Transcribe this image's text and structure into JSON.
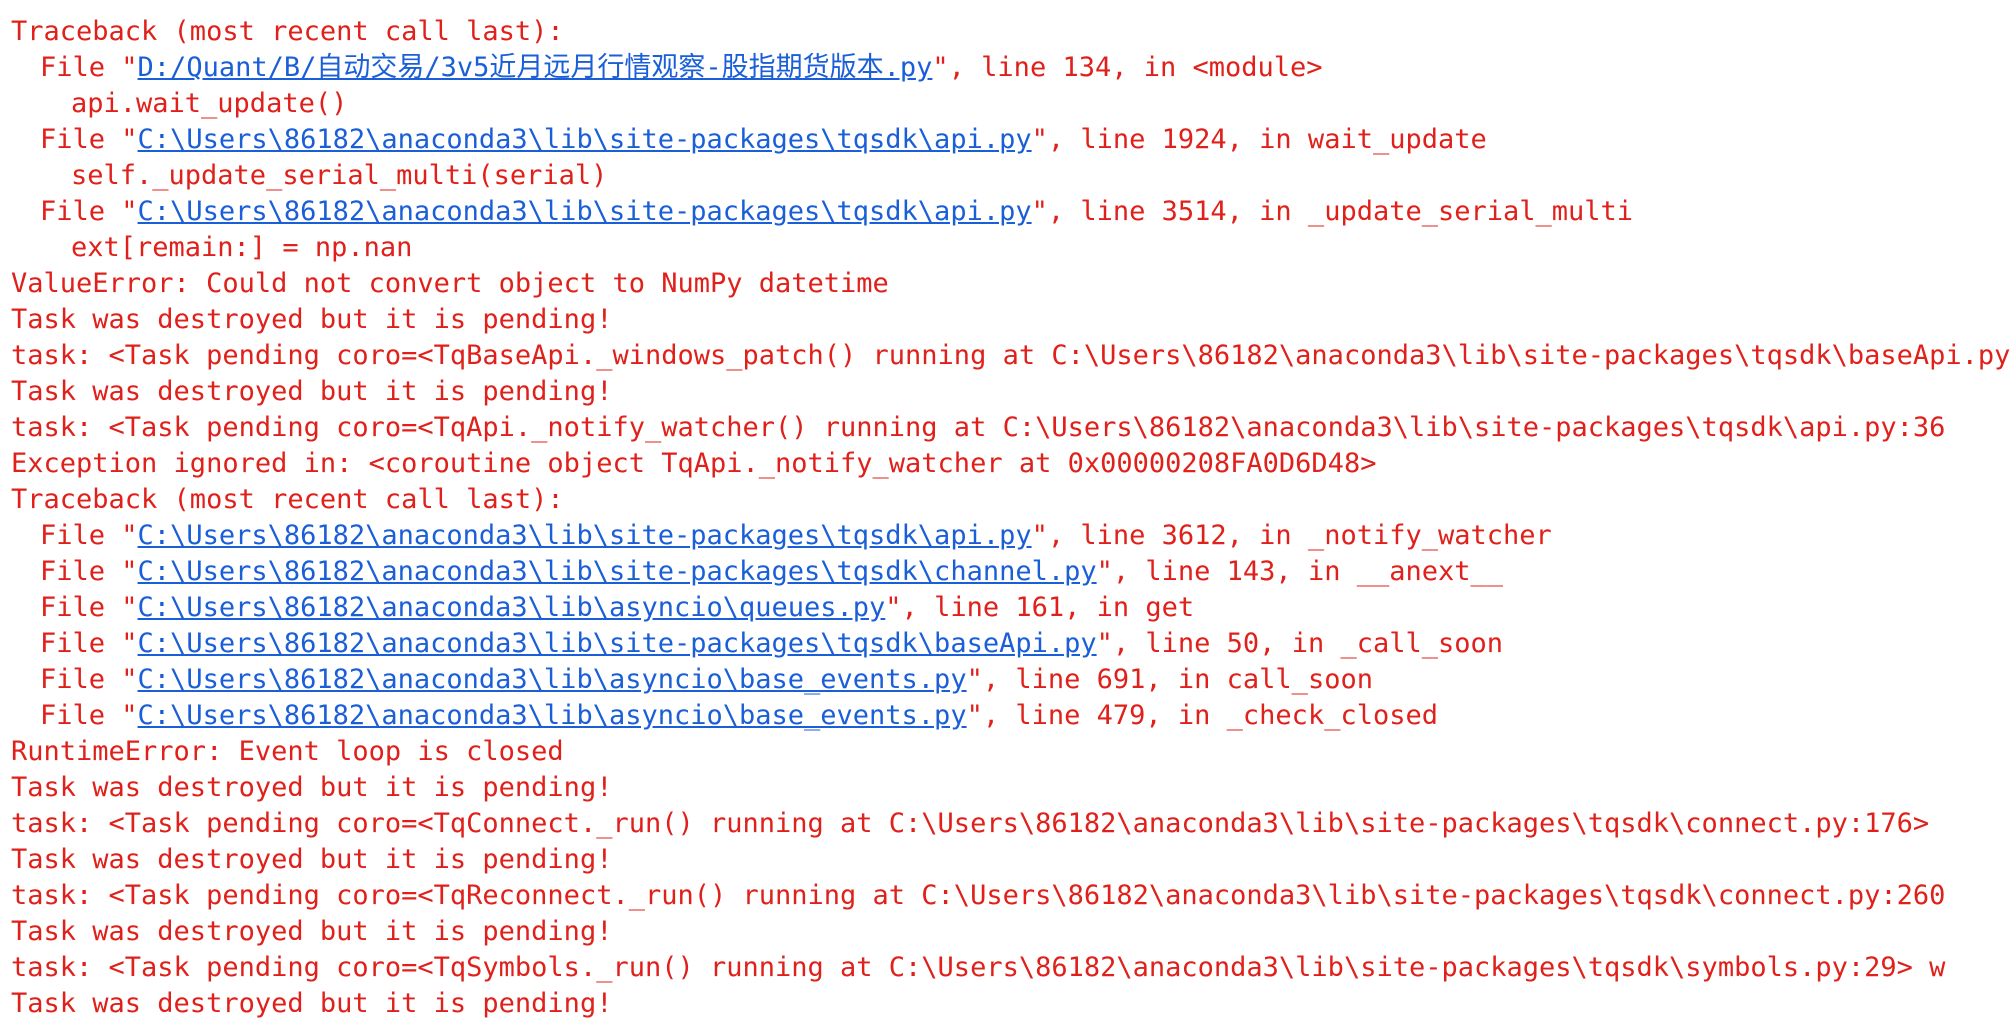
{
  "colors": {
    "background": "#ffffff",
    "error_text": "#e0201a",
    "link": "#1a5fd8"
  },
  "lines": [
    {
      "kind": "text",
      "indent": 0,
      "text": "Traceback (most recent call last):"
    },
    {
      "kind": "file",
      "indent": 1,
      "prefix": "File \"",
      "path": "D:/Quant/B/自动交易/3v5近月远月行情观察-股指期货版本.py",
      "suffix": "\", line 134, in <module>"
    },
    {
      "kind": "text",
      "indent": 2,
      "text": "api.wait_update()"
    },
    {
      "kind": "file",
      "indent": 1,
      "prefix": "File \"",
      "path": "C:\\Users\\86182\\anaconda3\\lib\\site-packages\\tqsdk\\api.py",
      "suffix": "\", line 1924, in wait_update"
    },
    {
      "kind": "text",
      "indent": 2,
      "text": "self._update_serial_multi(serial)"
    },
    {
      "kind": "file",
      "indent": 1,
      "prefix": "File \"",
      "path": "C:\\Users\\86182\\anaconda3\\lib\\site-packages\\tqsdk\\api.py",
      "suffix": "\", line 3514, in _update_serial_multi"
    },
    {
      "kind": "text",
      "indent": 2,
      "text": "ext[remain:] = np.nan"
    },
    {
      "kind": "text",
      "indent": 0,
      "text": "ValueError: Could not convert object to NumPy datetime"
    },
    {
      "kind": "text",
      "indent": 0,
      "text": "Task was destroyed but it is pending!"
    },
    {
      "kind": "text",
      "indent": 0,
      "text": "task: <Task pending coro=<TqBaseApi._windows_patch() running at C:\\Users\\86182\\anaconda3\\lib\\site-packages\\tqsdk\\baseApi.py"
    },
    {
      "kind": "text",
      "indent": 0,
      "text": "Task was destroyed but it is pending!"
    },
    {
      "kind": "text",
      "indent": 0,
      "text": "task: <Task pending coro=<TqApi._notify_watcher() running at C:\\Users\\86182\\anaconda3\\lib\\site-packages\\tqsdk\\api.py:36"
    },
    {
      "kind": "text",
      "indent": 0,
      "text": "Exception ignored in: <coroutine object TqApi._notify_watcher at 0x00000208FA0D6D48>"
    },
    {
      "kind": "text",
      "indent": 0,
      "text": "Traceback (most recent call last):"
    },
    {
      "kind": "file",
      "indent": 1,
      "prefix": "File \"",
      "path": "C:\\Users\\86182\\anaconda3\\lib\\site-packages\\tqsdk\\api.py",
      "suffix": "\", line 3612, in _notify_watcher"
    },
    {
      "kind": "file",
      "indent": 1,
      "prefix": "File \"",
      "path": "C:\\Users\\86182\\anaconda3\\lib\\site-packages\\tqsdk\\channel.py",
      "suffix": "\", line 143, in __anext__"
    },
    {
      "kind": "file",
      "indent": 1,
      "prefix": "File \"",
      "path": "C:\\Users\\86182\\anaconda3\\lib\\asyncio\\queues.py",
      "suffix": "\", line 161, in get"
    },
    {
      "kind": "file",
      "indent": 1,
      "prefix": "File \"",
      "path": "C:\\Users\\86182\\anaconda3\\lib\\site-packages\\tqsdk\\baseApi.py",
      "suffix": "\", line 50, in _call_soon"
    },
    {
      "kind": "file",
      "indent": 1,
      "prefix": "File \"",
      "path": "C:\\Users\\86182\\anaconda3\\lib\\asyncio\\base_events.py",
      "suffix": "\", line 691, in call_soon"
    },
    {
      "kind": "file",
      "indent": 1,
      "prefix": "File \"",
      "path": "C:\\Users\\86182\\anaconda3\\lib\\asyncio\\base_events.py",
      "suffix": "\", line 479, in _check_closed"
    },
    {
      "kind": "text",
      "indent": 0,
      "text": "RuntimeError: Event loop is closed"
    },
    {
      "kind": "text",
      "indent": 0,
      "text": "Task was destroyed but it is pending!"
    },
    {
      "kind": "text",
      "indent": 0,
      "text": "task: <Task pending coro=<TqConnect._run() running at C:\\Users\\86182\\anaconda3\\lib\\site-packages\\tqsdk\\connect.py:176>"
    },
    {
      "kind": "text",
      "indent": 0,
      "text": "Task was destroyed but it is pending!"
    },
    {
      "kind": "text",
      "indent": 0,
      "text": "task: <Task pending coro=<TqReconnect._run() running at C:\\Users\\86182\\anaconda3\\lib\\site-packages\\tqsdk\\connect.py:260"
    },
    {
      "kind": "text",
      "indent": 0,
      "text": "Task was destroyed but it is pending!"
    },
    {
      "kind": "text",
      "indent": 0,
      "text": "task: <Task pending coro=<TqSymbols._run() running at C:\\Users\\86182\\anaconda3\\lib\\site-packages\\tqsdk\\symbols.py:29> w"
    },
    {
      "kind": "text",
      "indent": 0,
      "partial": true,
      "text": "Task was destroyed but it is pending!"
    }
  ]
}
